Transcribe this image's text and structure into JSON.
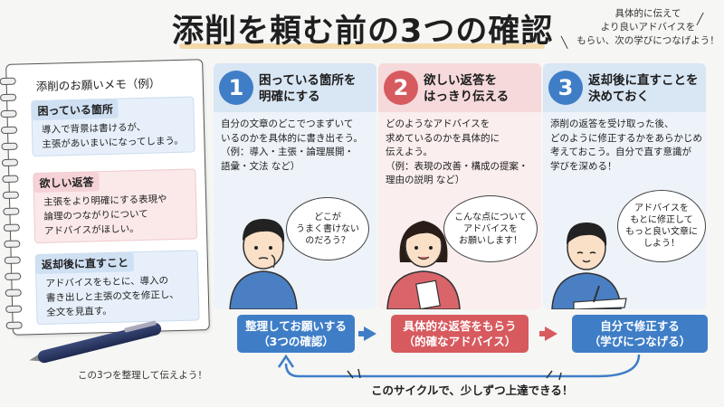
{
  "title": "添削を頼む前の3つの確認",
  "corner_note": [
    "具体的に伝えて",
    "より良いアドバイスを",
    "もらい、次の学びにつなげよう！"
  ],
  "notebook": {
    "title": "添削のお願いメモ（例）",
    "sections": [
      {
        "heading": "困っている箇所",
        "lines": [
          "導入で背景は書けるが、",
          "主張があいまいになってしまう。"
        ]
      },
      {
        "heading": "欲しい返答",
        "lines": [
          "主張をより明確にする表現や",
          "論理のつながりについて",
          "アドバイスがほしい。"
        ]
      },
      {
        "heading": "返却後に直すこと",
        "lines": [
          "アドバイスをもとに、導入の",
          "書き出しと主張の文を修正し、",
          "全文を見直す。"
        ]
      }
    ],
    "pen_note": "この3つを整理して伝えよう！"
  },
  "steps": [
    {
      "number": "1",
      "title": [
        "困っている箇所を",
        "明確にする"
      ],
      "text": [
        "自分の文章のどこでつまずいて",
        "いるのかを具体的に書き出そう。",
        "（例：導入・主張・論理展開・",
        "語彙・文法 など）"
      ],
      "bubble": [
        "どこが",
        "うまく書けない",
        "のだろう？"
      ]
    },
    {
      "number": "2",
      "title": [
        "欲しい返答を",
        "はっきり伝える"
      ],
      "text": [
        "どのようなアドバイスを",
        "求めているのかを具体的に",
        "伝えよう。",
        "（例：表現の改善・構成の提案・",
        "理由の説明 など）"
      ],
      "bubble": [
        "こんな点について",
        "アドバイスを",
        "お願いします！"
      ]
    },
    {
      "number": "3",
      "title": [
        "返却後に直すことを",
        "決めておく"
      ],
      "text": [
        "添削の返答を受け取った後、",
        "どのように修正するかをあらかじめ",
        "考えておこう。自分で直す意識が",
        "学びを深める！"
      ],
      "bubble": [
        "アドバイスを",
        "もとに修正して",
        "もっと良い文章に",
        "しよう！"
      ]
    }
  ],
  "flow": [
    {
      "line1": "整理してお願いする",
      "line2": "（3つの確認）"
    },
    {
      "line1": "具体的な返答をもらう",
      "line2": "（的確なアドバイス）"
    },
    {
      "line1": "自分で修正する",
      "line2": "（学びにつなげる）"
    }
  ],
  "cycle_note": "このサイクルで、少しずつ上達できる！",
  "colors": {
    "blue": "#3f7ec7",
    "red": "#d75a5f",
    "light_blue": "#d9e6f4",
    "light_red": "#f6d9da"
  }
}
